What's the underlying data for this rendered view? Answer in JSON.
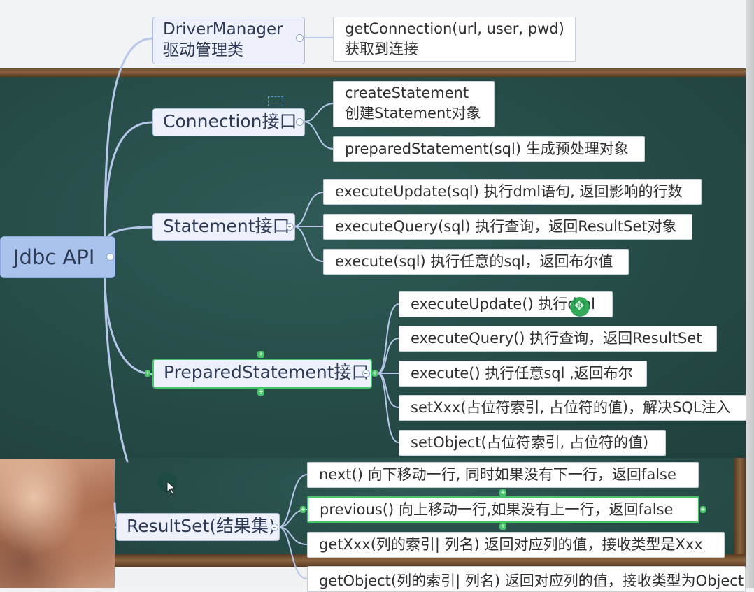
{
  "root": {
    "label": "Jdbc API"
  },
  "branches": {
    "driver_manager": {
      "line1": "DriverManager",
      "line2": "驱动管理类",
      "children": [
        {
          "line1": "getConnection(url, user, pwd)",
          "line2": "获取到连接"
        }
      ]
    },
    "connection": {
      "label": "Connection接口",
      "children": [
        {
          "line1": "createStatement",
          "line2": "创建Statement对象"
        },
        {
          "text": "preparedStatement(sql) 生成预处理对象"
        }
      ]
    },
    "statement": {
      "label": "Statement接口",
      "children": [
        "executeUpdate(sql) 执行dml语句, 返回影响的行数",
        "executeQuery(sql) 执行查询，返回ResultSet对象",
        "execute(sql) 执行任意的sql，返回布尔值"
      ]
    },
    "prepared_statement": {
      "label": "PreparedStatement接口",
      "children": [
        "executeUpdate() 执行dml",
        "executeQuery() 执行查询，返回ResultSet",
        "execute() 执行任意sql ,返回布尔",
        "setXxx(占位符索引, 占位符的值)，解决SQL注入",
        "setObject(占位符索引, 占位符的值)"
      ]
    },
    "result_set": {
      "label": "ResultSet(结果集)",
      "children": [
        "next() 向下移动一行, 同时如果没有下一行，返回false",
        "previous() 向上移动一行,如果没有上一行，返回false",
        "getXxx(列的索引| 列名) 返回对应列的值，接收类型是Xxx",
        "getObject(列的索引| 列名) 返回对应列的值，接收类型为Object"
      ]
    }
  },
  "colors": {
    "branch_line": "#b7c7ec",
    "selected_border": "#47c46a",
    "root_fill": "#a9c3ec",
    "board": "#2a524d"
  },
  "icons": {
    "collapse": "collapse-minus-icon",
    "handle": "resize-handle-icon",
    "move": "move-cursor-icon",
    "pointer": "mouse-pointer-icon"
  }
}
